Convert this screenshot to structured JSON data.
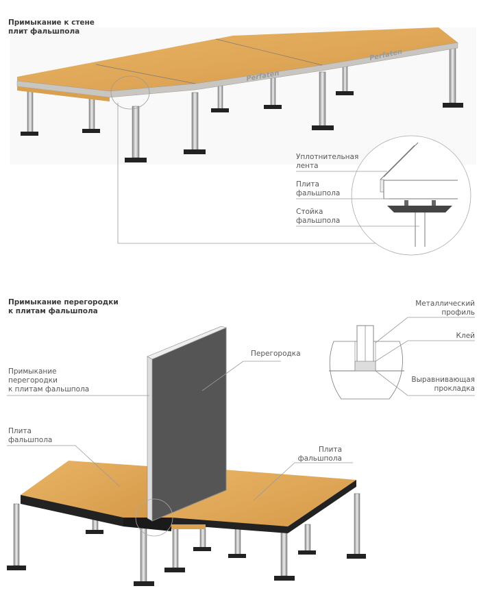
{
  "section1": {
    "title": "Примыкание к стене\nплит фальшпола",
    "brand_mark": "Perfaten",
    "labels": {
      "sealing_tape": "Уплотнительная\nлента",
      "floor_panel": "Плита\nфальшпола",
      "pedestal": "Стойка\nфальшпола"
    }
  },
  "section2": {
    "title": "Примыкание перегородки\nк плитам фальшпола",
    "labels": {
      "junction": "Примыкание\nперегородки\nк плитам фальшпола",
      "panel_left": "Плита\nфальшпола",
      "partition": "Перегородка",
      "panel_right": "Плита\nфальшпола",
      "metal_profile": "Металлический\nпрофиль",
      "glue": "Клей",
      "leveling_pad": "Выравнивающая\nпрокладка"
    }
  },
  "colors": {
    "wood": "#e3a95a",
    "edge": "#b9b6b1",
    "dark": "#2a2a2a",
    "line": "#999999"
  }
}
